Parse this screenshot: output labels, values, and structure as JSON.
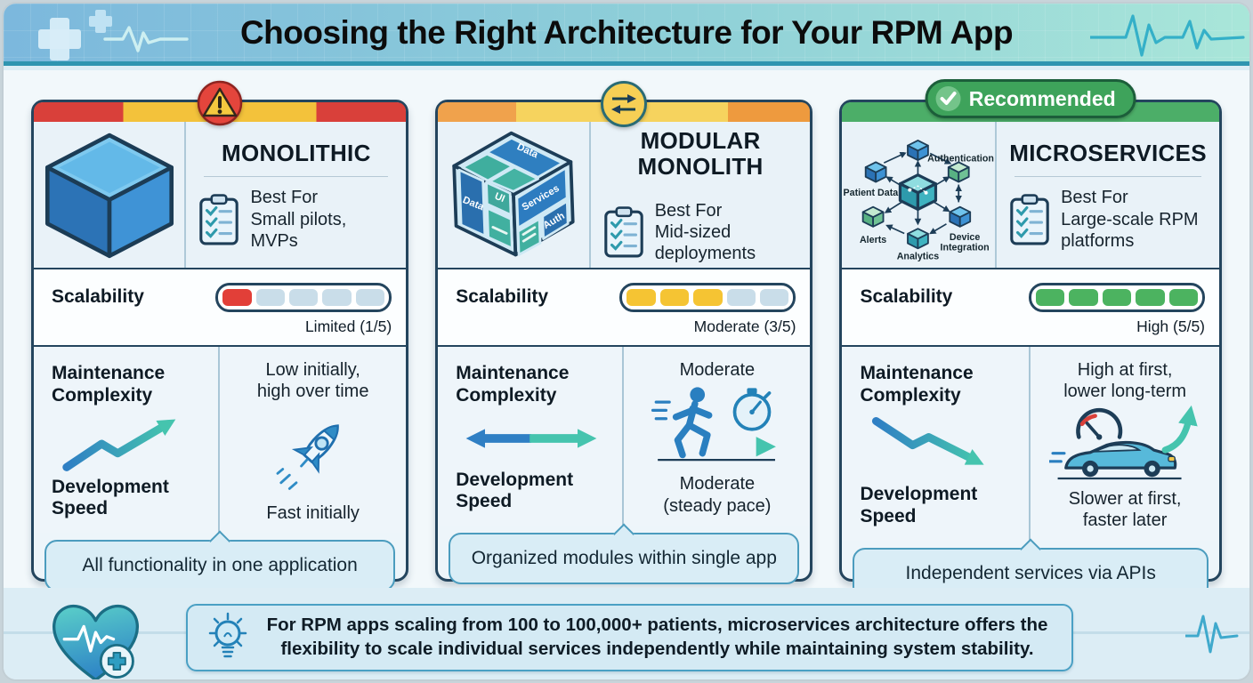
{
  "header": {
    "title": "Choosing the Right Architecture for Your RPM App"
  },
  "palette": {
    "card_border": "#24455e",
    "warning_red": "#e4453c",
    "swap_yellow": "#f6cf55",
    "recommended_green": "#3ea35b",
    "scal_red": "#e23f38",
    "scal_yellow": "#f5c433",
    "scal_green": "#4cb360",
    "scal_empty": "#c9dde9"
  },
  "cards": [
    {
      "title": "MONOLITHIC",
      "best_for_label": "Best For",
      "best_for": "Small pilots,\nMVPs",
      "scalability": {
        "label": "Scalability",
        "value": 1,
        "max": 5,
        "caption": "Limited (1/5)",
        "fill": "#e23f38",
        "empty": "#c9dde9"
      },
      "maintenance_label": "Maintenance\nComplexity",
      "maintenance_value": "Low initially,\nhigh over time",
      "dev_speed_label": "Development\nSpeed",
      "dev_speed_value": "Fast initially",
      "note": "All functionality in one application"
    },
    {
      "title": "MODULAR\nMONOLITH",
      "best_for_label": "Best For",
      "best_for": "Mid-sized\ndeployments",
      "scalability": {
        "label": "Scalability",
        "value": 3,
        "max": 5,
        "caption": "Moderate (3/5)",
        "fill": "#f5c433",
        "empty": "#c9dde9"
      },
      "maintenance_label": "Maintenance\nComplexity",
      "maintenance_value": "Moderate",
      "dev_speed_label": "Development\nSpeed",
      "dev_speed_value": "Moderate\n(steady pace)",
      "note": "Organized modules within single app",
      "cube_labels": {
        "top": "Data",
        "left": "Data",
        "ui": "UI",
        "services": "Services",
        "auth": "Auth"
      }
    },
    {
      "badge_label": "Recommended",
      "title": "MICROSERVICES",
      "best_for_label": "Best For",
      "best_for": "Large-scale RPM\nplatforms",
      "scalability": {
        "label": "Scalability",
        "value": 5,
        "max": 5,
        "caption": "High (5/5)",
        "fill": "#4cb360",
        "empty": "#c9dde9"
      },
      "maintenance_label": "Maintenance\nComplexity",
      "maintenance_value": "High at first,\nlower long-term",
      "dev_speed_label": "Development\nSpeed",
      "dev_speed_value": "Slower at first,\nfaster later",
      "note": "Independent services via APIs",
      "diagram_labels": {
        "authentication": "Authentication",
        "patient_data": "Patient Data",
        "alerts": "Alerts",
        "analytics": "Analytics",
        "device_line1": "Device",
        "device_line2": "Integration"
      }
    }
  ],
  "footer": {
    "tip": "For RPM apps scaling from 100 to 100,000+ patients, microservices architecture offers the\nflexibility to scale individual services independently while maintaining system stability."
  }
}
